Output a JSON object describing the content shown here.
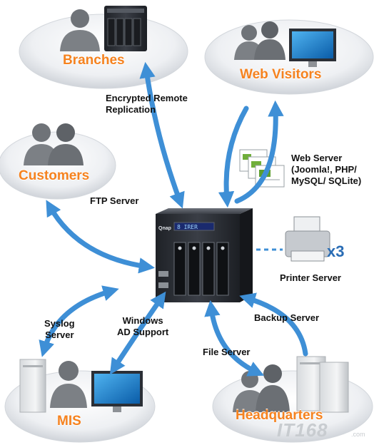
{
  "nodes": {
    "branches": "Branches",
    "web_visitors": "Web Visitors",
    "customers": "Customers",
    "mis": "MIS",
    "headquarters": "Headquarters"
  },
  "connections": {
    "replication_line1": "Encrypted Remote",
    "replication_line2": "Replication",
    "web_server_line1": "Web Server",
    "web_server_line2": "(Joomla!, PHP/",
    "web_server_line3": "MySQL/ SQLite)",
    "ftp_server": "FTP Server",
    "printer_server": "Printer Server",
    "printer_count": "x3",
    "syslog_line1": "Syslog",
    "syslog_line2": "Server",
    "windows_line1": "Windows",
    "windows_line2": "AD Support",
    "backup_server": "Backup Server",
    "file_server": "File Server"
  },
  "nas_brand": "Qnap",
  "nas_display": "8 IRER",
  "watermark": "IT168",
  "watermark_sub": ".com",
  "colors": {
    "label_orange": "#f5821f",
    "arrow_blue": "#3e8fd6",
    "nas_body": "#2e3138",
    "platform": "#e4e6ea"
  }
}
